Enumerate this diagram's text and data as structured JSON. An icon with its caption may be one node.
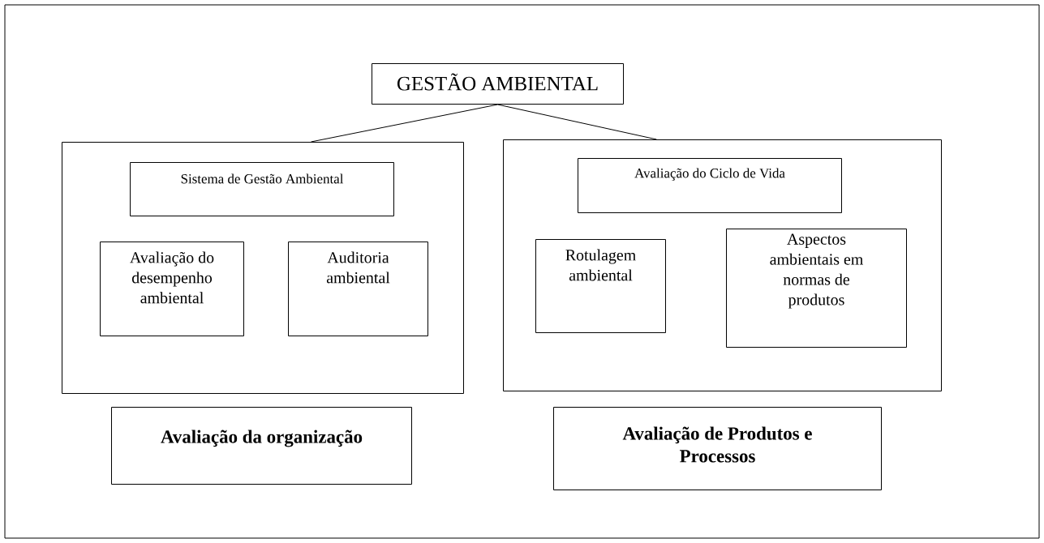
{
  "diagram": {
    "nodes": [
      {
        "text": [
          "GESTÃO AMBIENTAL"
        ]
      },
      {
        "text": [],
        "shape": "box"
      },
      {
        "text": [
          "Sistema de Gestão Ambiental"
        ],
        "in": 1
      },
      {
        "text": [
          "Avaliação do desempenho ambiental"
        ],
        "in": 1
      },
      {
        "text": [
          "Auditoria ambiental"
        ],
        "in": 1
      },
      {
        "text": [],
        "shape": "box"
      },
      {
        "text": [
          "Avaliação do Ciclo de Vida"
        ],
        "in": 5
      },
      {
        "text": [
          "Rotulagem ambiental"
        ],
        "in": 5
      },
      {
        "text": [
          "Aspectos ambientais em normas de produtos"
        ],
        "in": 5
      },
      {
        "text": [
          "Avaliação da organização"
        ]
      },
      {
        "text": [
          "Avaliação de Produtos e Processos"
        ]
      }
    ],
    "edges": [
      {
        "from": 0,
        "to": 1,
        "arrow": "none"
      },
      {
        "from": 0,
        "to": 5,
        "arrow": "none"
      }
    ]
  }
}
